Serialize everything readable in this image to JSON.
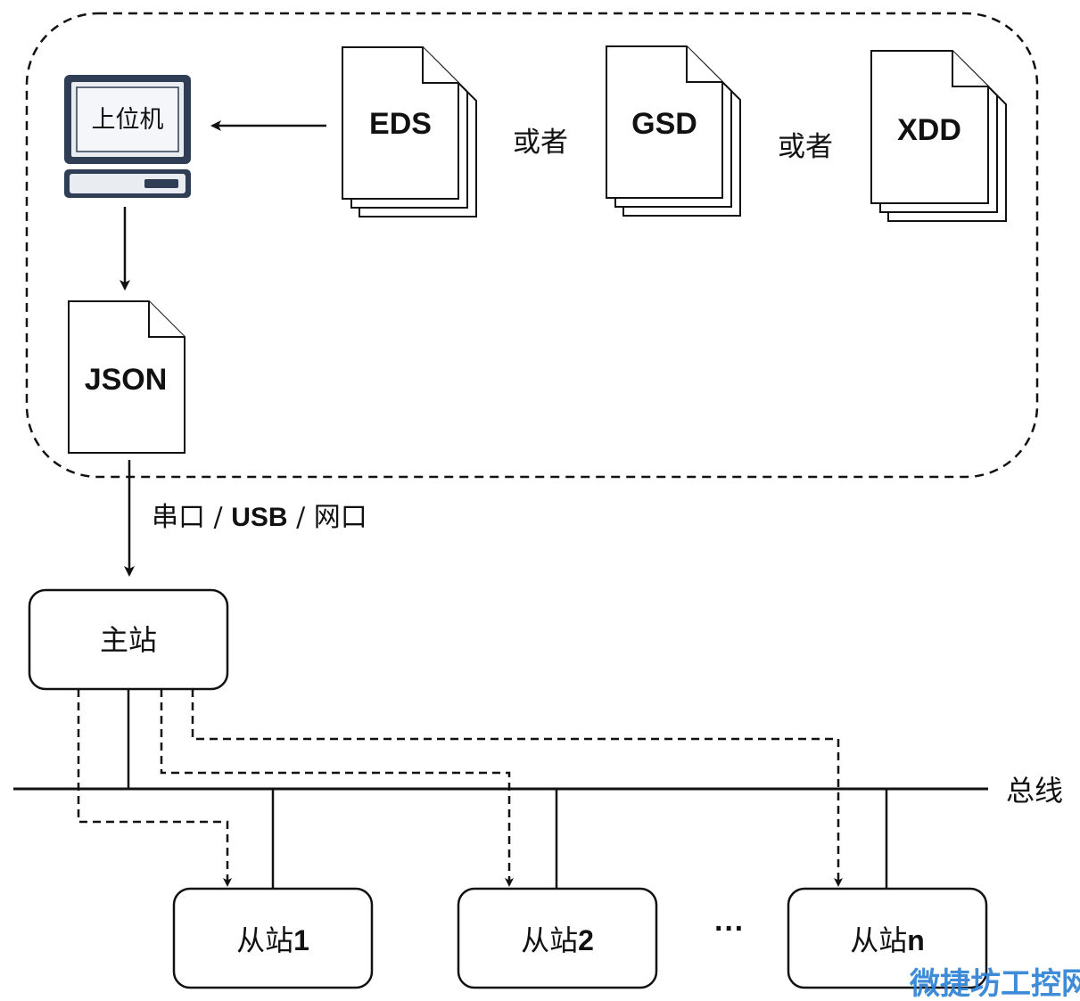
{
  "host": {
    "label": "上位机"
  },
  "files": {
    "eds": "EDS",
    "gsd": "GSD",
    "xdd": "XDD",
    "json": "JSON",
    "or_1": "或者",
    "or_2": "或者"
  },
  "link": {
    "part1": "串口 / ",
    "part2": "USB",
    "part3": " / 网口"
  },
  "master": {
    "label": "主站"
  },
  "bus": {
    "label": "总线"
  },
  "slaves": [
    {
      "prefix": "从站",
      "num": "1"
    },
    {
      "prefix": "从站",
      "num": "2"
    },
    {
      "prefix": "从站",
      "num": "n"
    }
  ],
  "ellipsis": "···",
  "watermark": "微捷坊工控网",
  "colors": {
    "line": "#111111",
    "monitor": "#2f3e55",
    "monitor_fill": "#e9ecf1",
    "watermark": "#2a7fd4"
  }
}
